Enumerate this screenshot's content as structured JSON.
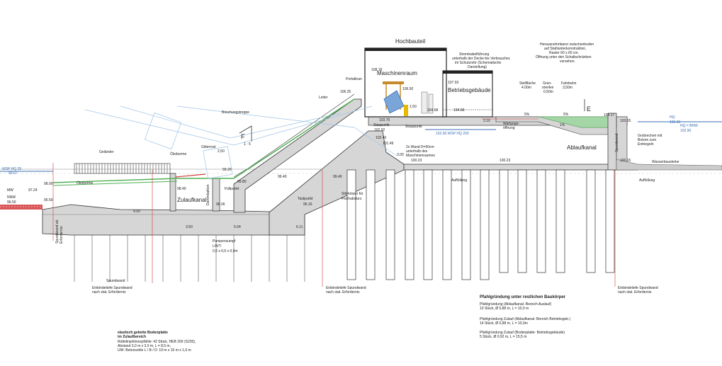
{
  "colors": {
    "concrete": "#d6d6d6",
    "water": "#3a6fb5",
    "grass": "#4caf50",
    "accent_red": "#d23a3a",
    "yellow": "#e9b800"
  },
  "labels": {
    "hochbauteil": "Hochbauteil",
    "maschinenraum": "Maschinenraum",
    "betriebsgebaeude": "Betriebsgebäude",
    "ablaufkanal": "Ablaufkanal",
    "zulaufkanal": "Zulaufkanal",
    "boeschungstreppe": "Böschungstreppe",
    "leiter": "Leiter",
    "portalkran": "Portalkran",
    "gelaender": "Geländer",
    "oekoberme1": "Ökoberme",
    "oekoberme2": "Ökoberme",
    "gitterrost": "Gitterrost",
    "fuellpunkt": "Füllpunkt",
    "dammbalken": "Dammbalken",
    "tastpunkt": "Tastpunkt",
    "pumpensumpf1": "Pumpensumpf",
    "pumpensumpf2": "L/B/T:",
    "pumpensumpf3": "0,6 x 0,6 x 0,5m",
    "stoerkoerper1": "Störkörper für",
    "stoerkoerper2": "Fischabsturz",
    "wand1": "2x Wand D=50cm",
    "wand2": "unterhalb des",
    "wand3": "Maschinenraumes",
    "stutzpunkt": "Stutzpunkt",
    "staupunkt": "Staupunkt",
    "wartung1": "Wartungs-",
    "wartung2": "öffnung",
    "auffuellung1": "Auffüllung",
    "auffuellung2": "Auffüllung",
    "spundwand_v": "Spundwand",
    "spundwand": "Spundwand",
    "wasserbausteine": "Wasserbausteine",
    "grob1": "Grobrechen mit",
    "grob2": "Bolzen zum",
    "grob3": "Entriegeln",
    "stromkabel": [
      "Stromkabelführung",
      "unterhalb der Decke bis Verbraucher,",
      "im Schutzrohr (Schematische",
      "Darstellung)"
    ],
    "herausnehmbar": [
      "Herausnehmbarer zwischenboden",
      "auf Stahlunterkonstruktion,",
      "Raster 60 x 60 cm.",
      "Öffnung unter den Schaltschränken",
      "vorsehen."
    ],
    "stellflaeche": [
      "Stellfläche",
      "4.00m"
    ],
    "gruen": [
      "Grün-",
      "streifen",
      "0,50m"
    ],
    "fahrbahn": [
      "Fahrbahn",
      "3,50m"
    ],
    "spund_left": [
      "Spundwand ab",
      "Erfordernis"
    ],
    "einbinde1": [
      "Einbindetiefe Spundwand",
      "nach stat. Erfordernis"
    ],
    "einbinde2": [
      "Einbindetiefe Spundwand",
      "nach stat. Erfordernis"
    ],
    "einbinde3": [
      "Einbindetiefe Spundwand",
      "nach stat. Erfordernis"
    ],
    "pfahl_title": "Pfahlgründung unter restlichen Baukörper",
    "pfahl": [
      "Pfahlgründung (Ablaufkanal- Bereich Auslauf)",
      "10 Stück, Ø 0,88 m, L = 10,0 m",
      "",
      "Pfahlgründung Zulauf (Ablaufkanal- Bereich Betriebsgeb.)",
      "14 Stück, Ø 0,88 m, L = 10,0m",
      "",
      "Pfahlgründung Zulauf (Bodenplatte- Betriebsgebäude)",
      "5 Stück, Ø 0,92 m, L = 15,5 m"
    ],
    "boden_title": [
      "elastisch gebette Bodenplatte",
      "im Zulaufbereich"
    ],
    "boden": [
      "Rüttelinjektionspfähle: 42 Stück, HEB 200 (S235),",
      "Abstand 3,0 m x 3,0 m, L = 8,5 m,",
      "UW- Betonsohle L / B / D: 19 m x 15 m x 1,6 m"
    ]
  },
  "levels": {
    "wsp_hq25": "WSP HQ 25",
    "wsp_hq25_val": "99.07",
    "hq_right": "HQ",
    "hq_right_val": "103.45",
    "bhw_right": "HQ = BHW",
    "bhw_right_val": "102.90",
    "wsp_hq200": "102.90 WSP HQ 200",
    "l_mw": "MW",
    "l_97_24": "97.24",
    "l_mnw": "NNW",
    "l_96_50": "96.50",
    "l_96_50b": "96.50",
    "l_98_00": "98.00",
    "l_98_40": "98.40",
    "l_106_25": "106.25",
    "l_108_18": "108.18",
    "l_107_93": "107.93",
    "l_106_50": "106.50",
    "l_104_68a": "104.68",
    "l_104_68b": "104.68",
    "l_103_70": "103.70",
    "l_102_92": "102.92",
    "l_102_40": "102.40",
    "l_101_49": "101.49",
    "l_100_23a": "100.23",
    "l_100_23b": "100.23",
    "l_100_15": "100.15",
    "l_103_55": "103.55",
    "l_104_17": "104.17",
    "l_99_20": "99.20",
    "l_99_80": "99.80",
    "l_96_06": "96.06",
    "l_95_16": "95.16",
    "l_2_50": "2,50",
    "l_3_50": "3.50",
    "l_5_04": "5.04",
    "l_6_11": "6.11",
    "l_4_50": "4.50",
    "l_3_00": "3.00",
    "l_1_50": "1.50",
    "l_3_10": "3.10",
    "slope_5pct": "5%",
    "slope_5pct2": "5%",
    "slope_1pct": "1%",
    "slope_1_5": "1 : 5",
    "hatch_1": "99.40",
    "hatch_2": "99.40",
    "e_mark": "E",
    "f_mark": "F"
  }
}
